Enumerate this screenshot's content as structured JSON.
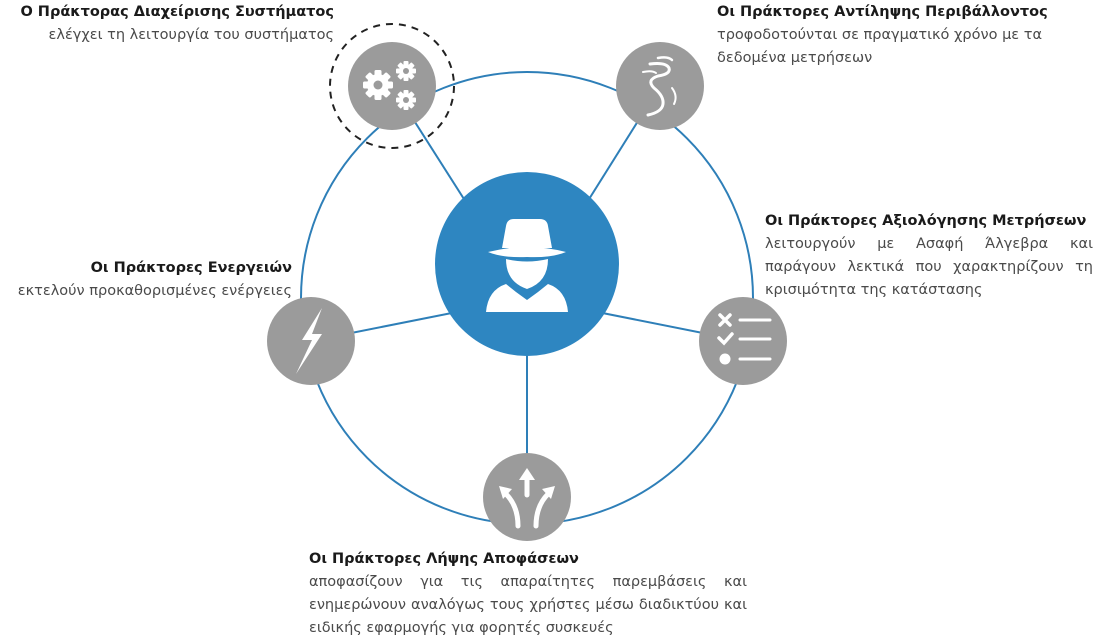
{
  "agents": {
    "system_management": {
      "title": "Ο Πράκτορας Διαχείρισης Συστήματος",
      "desc": "ελέγχει τη λειτουργία του συστήματος",
      "icon": "gears-icon"
    },
    "environment_perception": {
      "title": "Οι Πράκτορες Αντίληψης Περιβάλλοντος",
      "desc": "τροφοδοτούνται σε πραγματικό χρόνο με τα δεδομένα μετρήσεων",
      "icon": "wind-swirl-icon"
    },
    "measurement_evaluation": {
      "title": "Οι Πράκτορες Αξιολόγησης Μετρήσεων",
      "desc": "λειτουργούν με Ασαφή Άλγεβρα και παράγουν λεκτικά που χαρακτηρίζουν τη κρισιμότητα της κατάστασης",
      "icon": "checklist-icon"
    },
    "decision_making": {
      "title": "Οι Πράκτορες Λήψης Αποφάσεων",
      "desc": "αποφασίζουν για τις απαραίτητες παρεμβάσεις και ενημερώνουν αναλόγως τους χρήστες μέσω διαδικτύου και ειδικής εφαρμογής για φορητές συσκευές",
      "icon": "split-arrows-icon"
    },
    "actions": {
      "title": "Οι Πράκτορες Ενεργειών",
      "desc": "εκτελούν προκαθορισμένες ενέργειες",
      "icon": "lightning-icon"
    },
    "center_icon": "agent-spy-icon"
  },
  "colors": {
    "center": "#2e86c1",
    "ring": "#2e7fb8",
    "node": "#9b9b9b",
    "title_text": "#1a1a1a",
    "desc_text": "#4a4a4a"
  }
}
